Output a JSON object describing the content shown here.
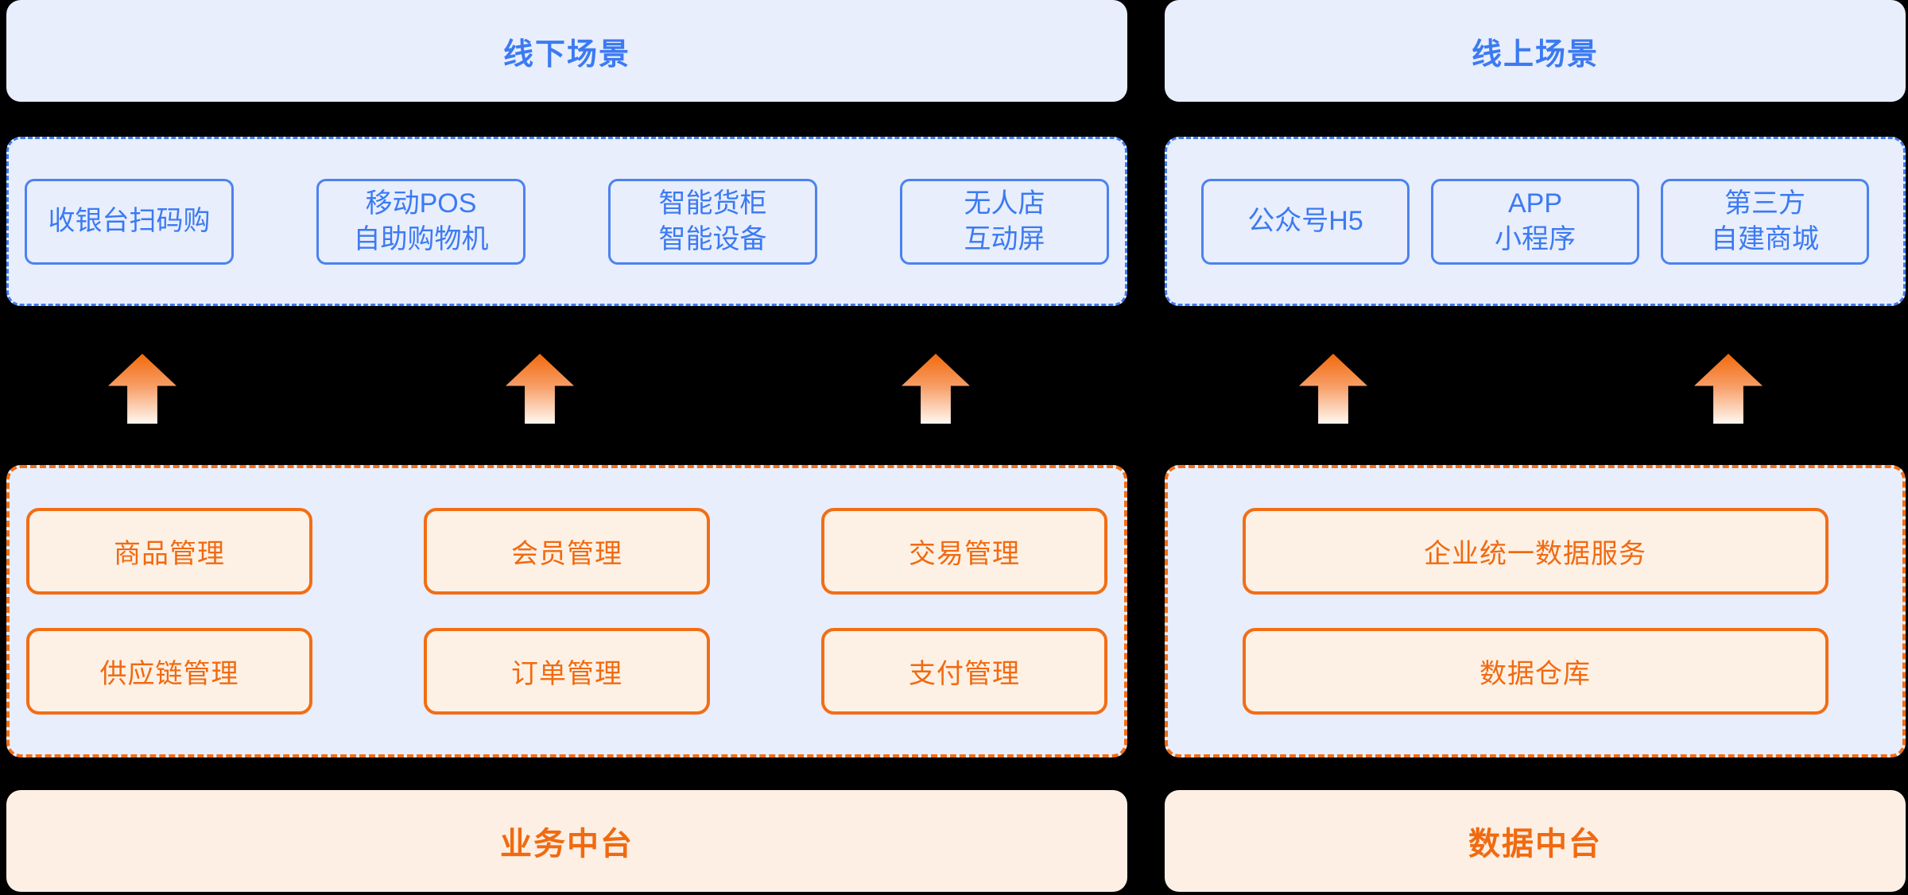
{
  "palette": {
    "background": "#000000",
    "light_blue_panel": "#E8EEFC",
    "blue_text": "#3C7AF2",
    "blue_border": "#4C82F0",
    "orange": "#F26E15",
    "cream_fill": "#FDF1E6",
    "band_fill": "#FDEFE3",
    "arrow_gradient_top": "#F2690B",
    "arrow_gradient_bottom": "#FFF8F2"
  },
  "columns": [
    {
      "scene_title": "线下场景",
      "channels": [
        "收银台扫码购",
        "移动POS\n自助购物机",
        "智能货柜\n智能设备",
        "无人店\n互动屏"
      ],
      "service_rows": [
        [
          "商品管理",
          "会员管理",
          "交易管理"
        ],
        [
          "供应链管理",
          "订单管理",
          "支付管理"
        ]
      ],
      "platform_title": "业务中台",
      "arrow_count": 3
    },
    {
      "scene_title": "线上场景",
      "channels": [
        "公众号H5",
        "APP\n小程序",
        "第三方\n自建商城"
      ],
      "service_rows": [
        [
          "企业统一数据服务"
        ],
        [
          "数据仓库"
        ]
      ],
      "platform_title": "数据中台",
      "arrow_count": 2
    }
  ]
}
